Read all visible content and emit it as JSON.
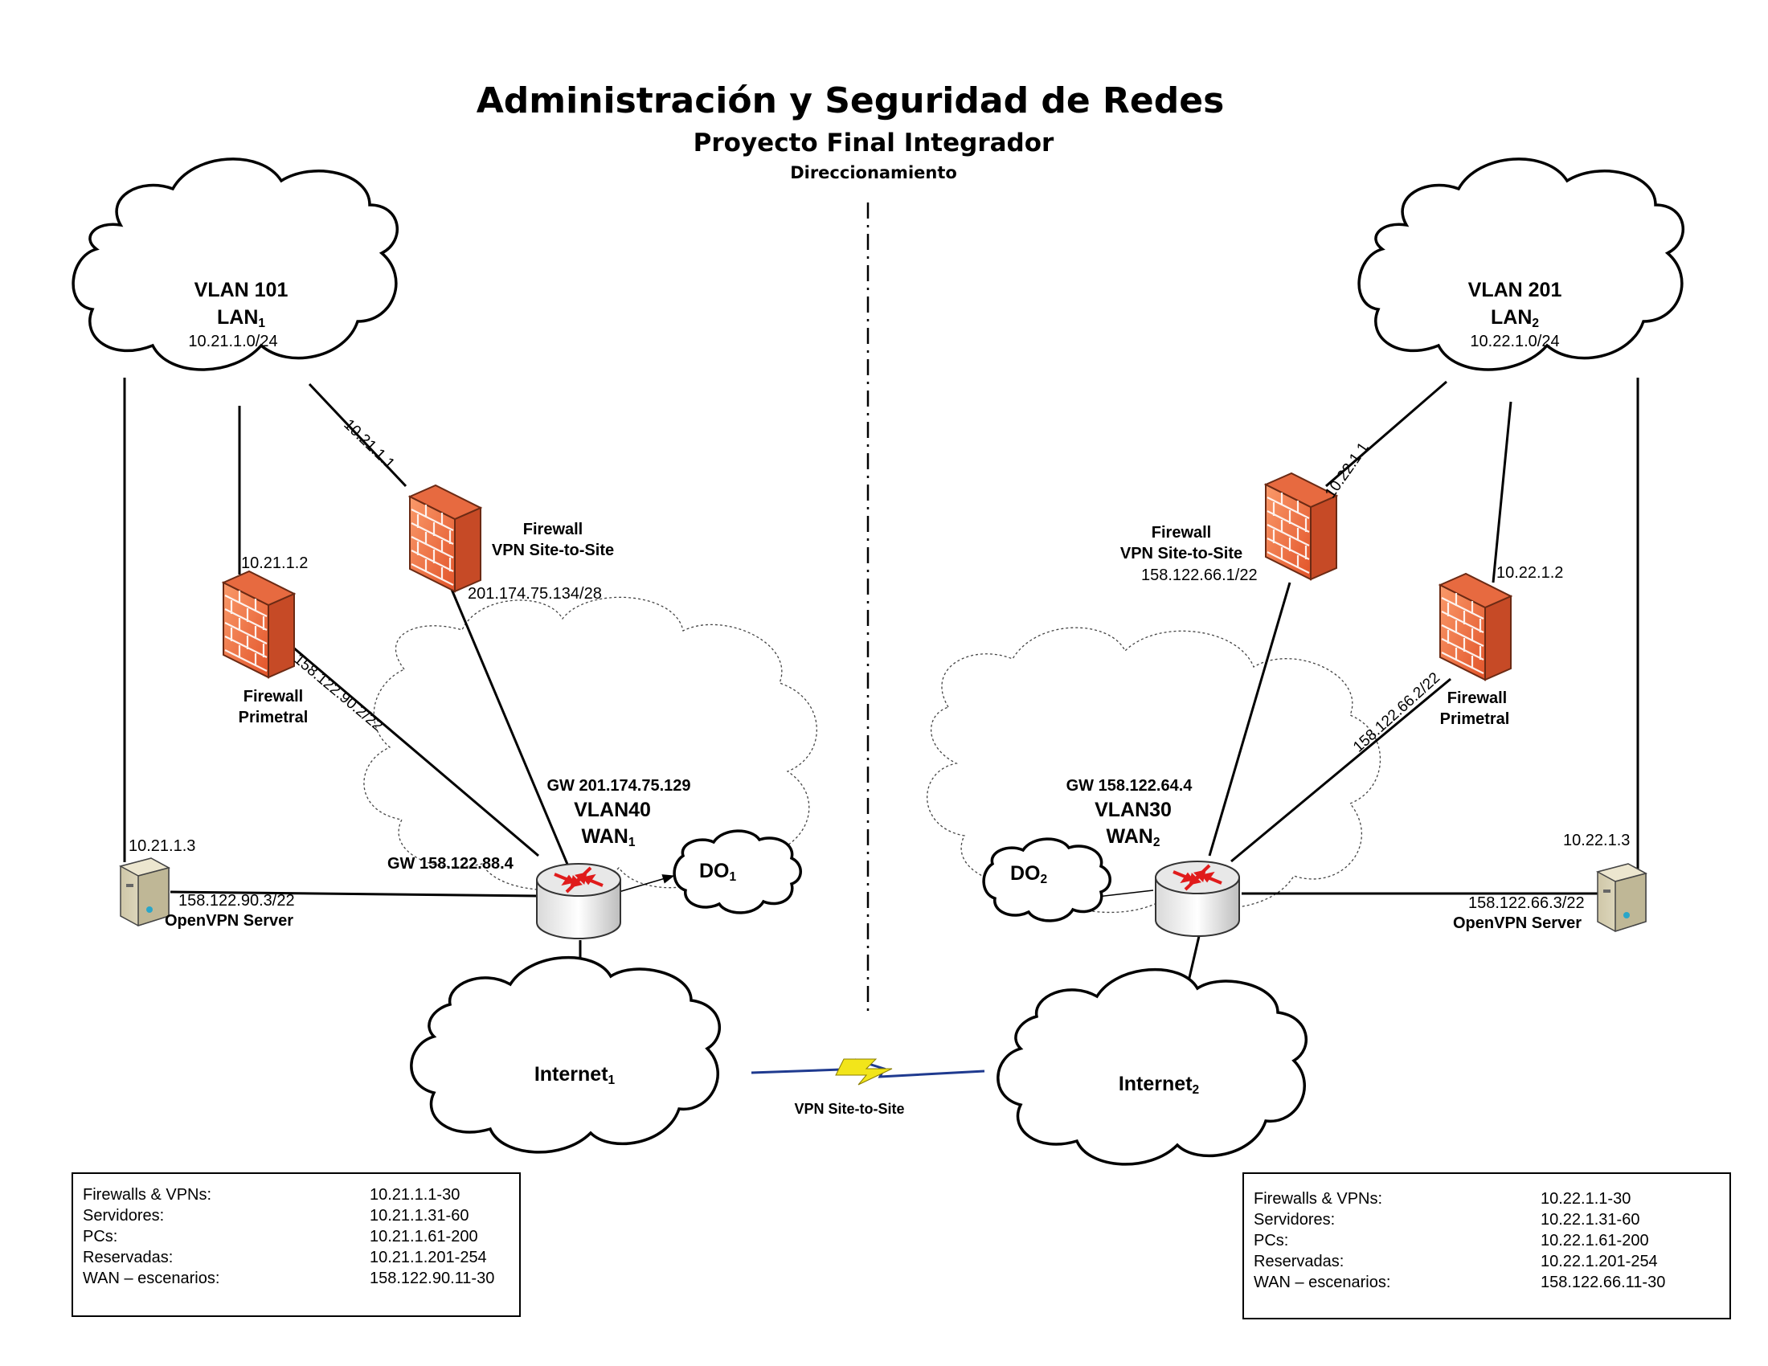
{
  "title": {
    "main": "Administración y Seguridad de Redes",
    "subtitle": "Proyecto Final Integrador",
    "section": "Direccionamiento"
  },
  "site1": {
    "lan": {
      "vlan": "VLAN 101",
      "name": "LAN",
      "sub": "1",
      "net": "10.21.1.0/24"
    },
    "fw_vpn": {
      "l1": "Firewall",
      "l2": "VPN Site-to-Site",
      "lan_ip": "10.21.1.1",
      "wan_ip": "201.174.75.134/28"
    },
    "fw_perimeter": {
      "l1": "Firewall",
      "l2": "Primetral",
      "lan_ip": "10.21.1.2",
      "wan_ip": "158.122.90.2/22"
    },
    "openvpn": {
      "label": "OpenVPN Server",
      "lan_ip": "10.21.1.3",
      "wan_ip": "158.122.90.3/22"
    },
    "router": {
      "gw1": "GW 201.174.75.129",
      "vlan": "VLAN40",
      "wan": "WAN",
      "sub": "1",
      "gw2": "GW 158.122.88.4"
    },
    "do": {
      "name": "DO",
      "sub": "1"
    },
    "internet": {
      "name": "Internet",
      "sub": "1"
    },
    "table": [
      {
        "k": "Firewalls & VPNs:",
        "v": "10.21.1.1-30"
      },
      {
        "k": "Servidores:",
        "v": "10.21.1.31-60"
      },
      {
        "k": "PCs:",
        "v": "10.21.1.61-200"
      },
      {
        "k": "Reservadas:",
        "v": "10.21.1.201-254"
      },
      {
        "k": "WAN – escenarios:",
        "v": "158.122.90.11-30"
      }
    ]
  },
  "site2": {
    "lan": {
      "vlan": "VLAN 201",
      "name": "LAN",
      "sub": "2",
      "net": "10.22.1.0/24"
    },
    "fw_vpn": {
      "l1": "Firewall",
      "l2": "VPN Site-to-Site",
      "lan_ip": "10.22.1.1",
      "wan_ip": "158.122.66.1/22"
    },
    "fw_perimeter": {
      "l1": "Firewall",
      "l2": "Primetral",
      "lan_ip": "10.22.1.2",
      "wan_ip": "158.122.66.2/22"
    },
    "openvpn": {
      "label": "OpenVPN Server",
      "lan_ip": "10.22.1.3",
      "wan_ip": "158.122.66.3/22"
    },
    "router": {
      "gw1": "GW 158.122.64.4",
      "vlan": "VLAN30",
      "wan": "WAN",
      "sub": "2"
    },
    "do": {
      "name": "DO",
      "sub": "2"
    },
    "internet": {
      "name": "Internet",
      "sub": "2"
    },
    "table": [
      {
        "k": "Firewalls & VPNs:",
        "v": "10.22.1.1-30"
      },
      {
        "k": "Servidores:",
        "v": "10.22.1.31-60"
      },
      {
        "k": "PCs:",
        "v": "10.22.1.61-200"
      },
      {
        "k": "Reservadas:",
        "v": "10.22.1.201-254"
      },
      {
        "k": "WAN – escenarios:",
        "v": "158.122.66.11-30"
      }
    ]
  },
  "vpn_link": {
    "label": "VPN Site-to-Site"
  },
  "colors": {
    "firewall": "#f26a3a",
    "firewall_dark": "#b33a1a",
    "router_arrow": "#e01b1b",
    "vpn_bolt": "#f2e51a",
    "vpn_line": "#1f3a8f"
  }
}
